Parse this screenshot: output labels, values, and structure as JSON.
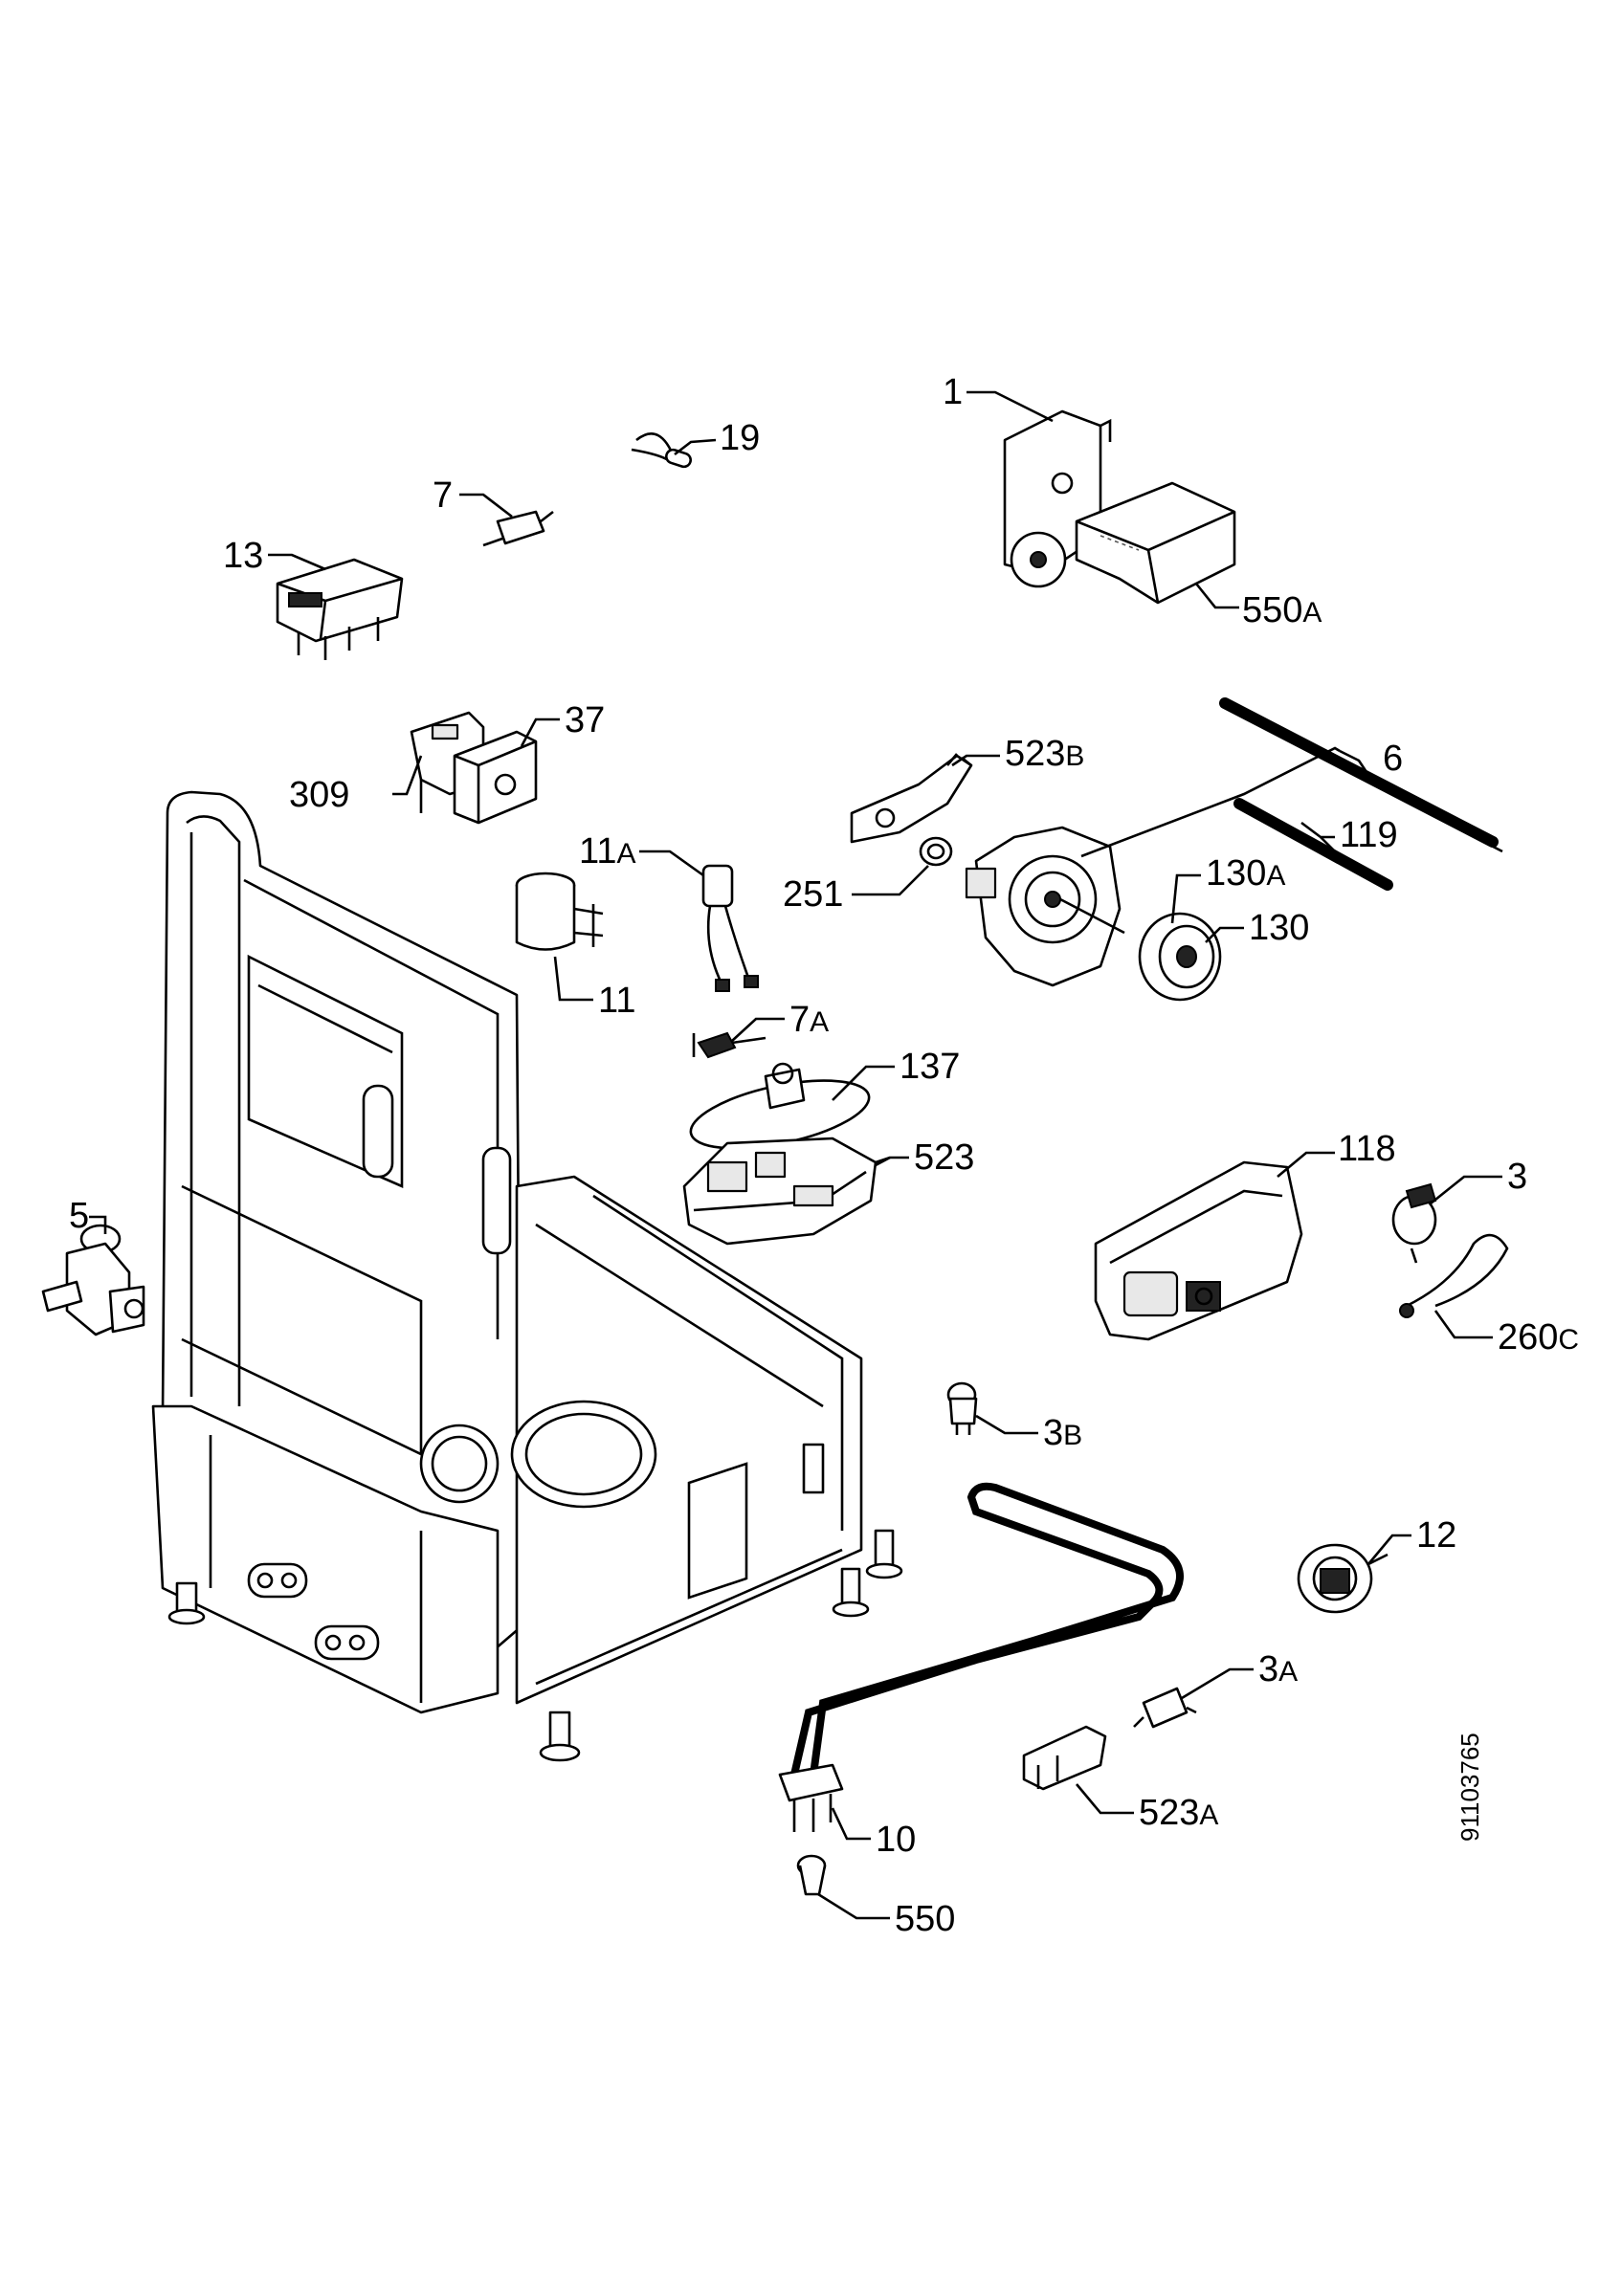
{
  "drawing_code": "91103765",
  "labels": {
    "p1": "1",
    "p550a": {
      "num": "550",
      "suf": "A"
    },
    "p19": "19",
    "p7": "7",
    "p13": "13",
    "p37": "37",
    "p309": "309",
    "p523b": {
      "num": "523",
      "suf": "B"
    },
    "p6": "6",
    "p119": "119",
    "p11a": {
      "num": "11",
      "suf": "A"
    },
    "p251": "251",
    "p130a": {
      "num": "130",
      "suf": "A"
    },
    "p130": "130",
    "p11": "11",
    "p7a": {
      "num": "7",
      "suf": "A"
    },
    "p137": "137",
    "p523": "523",
    "p118": "118",
    "p3": "3",
    "p5": "5",
    "p260c": {
      "num": "260",
      "suf": "C"
    },
    "p3b": {
      "num": "3",
      "suf": "B"
    },
    "p12": "12",
    "p3a": {
      "num": "3",
      "suf": "A"
    },
    "p523a": {
      "num": "523",
      "suf": "A"
    },
    "p10": "10",
    "p550": "550"
  }
}
